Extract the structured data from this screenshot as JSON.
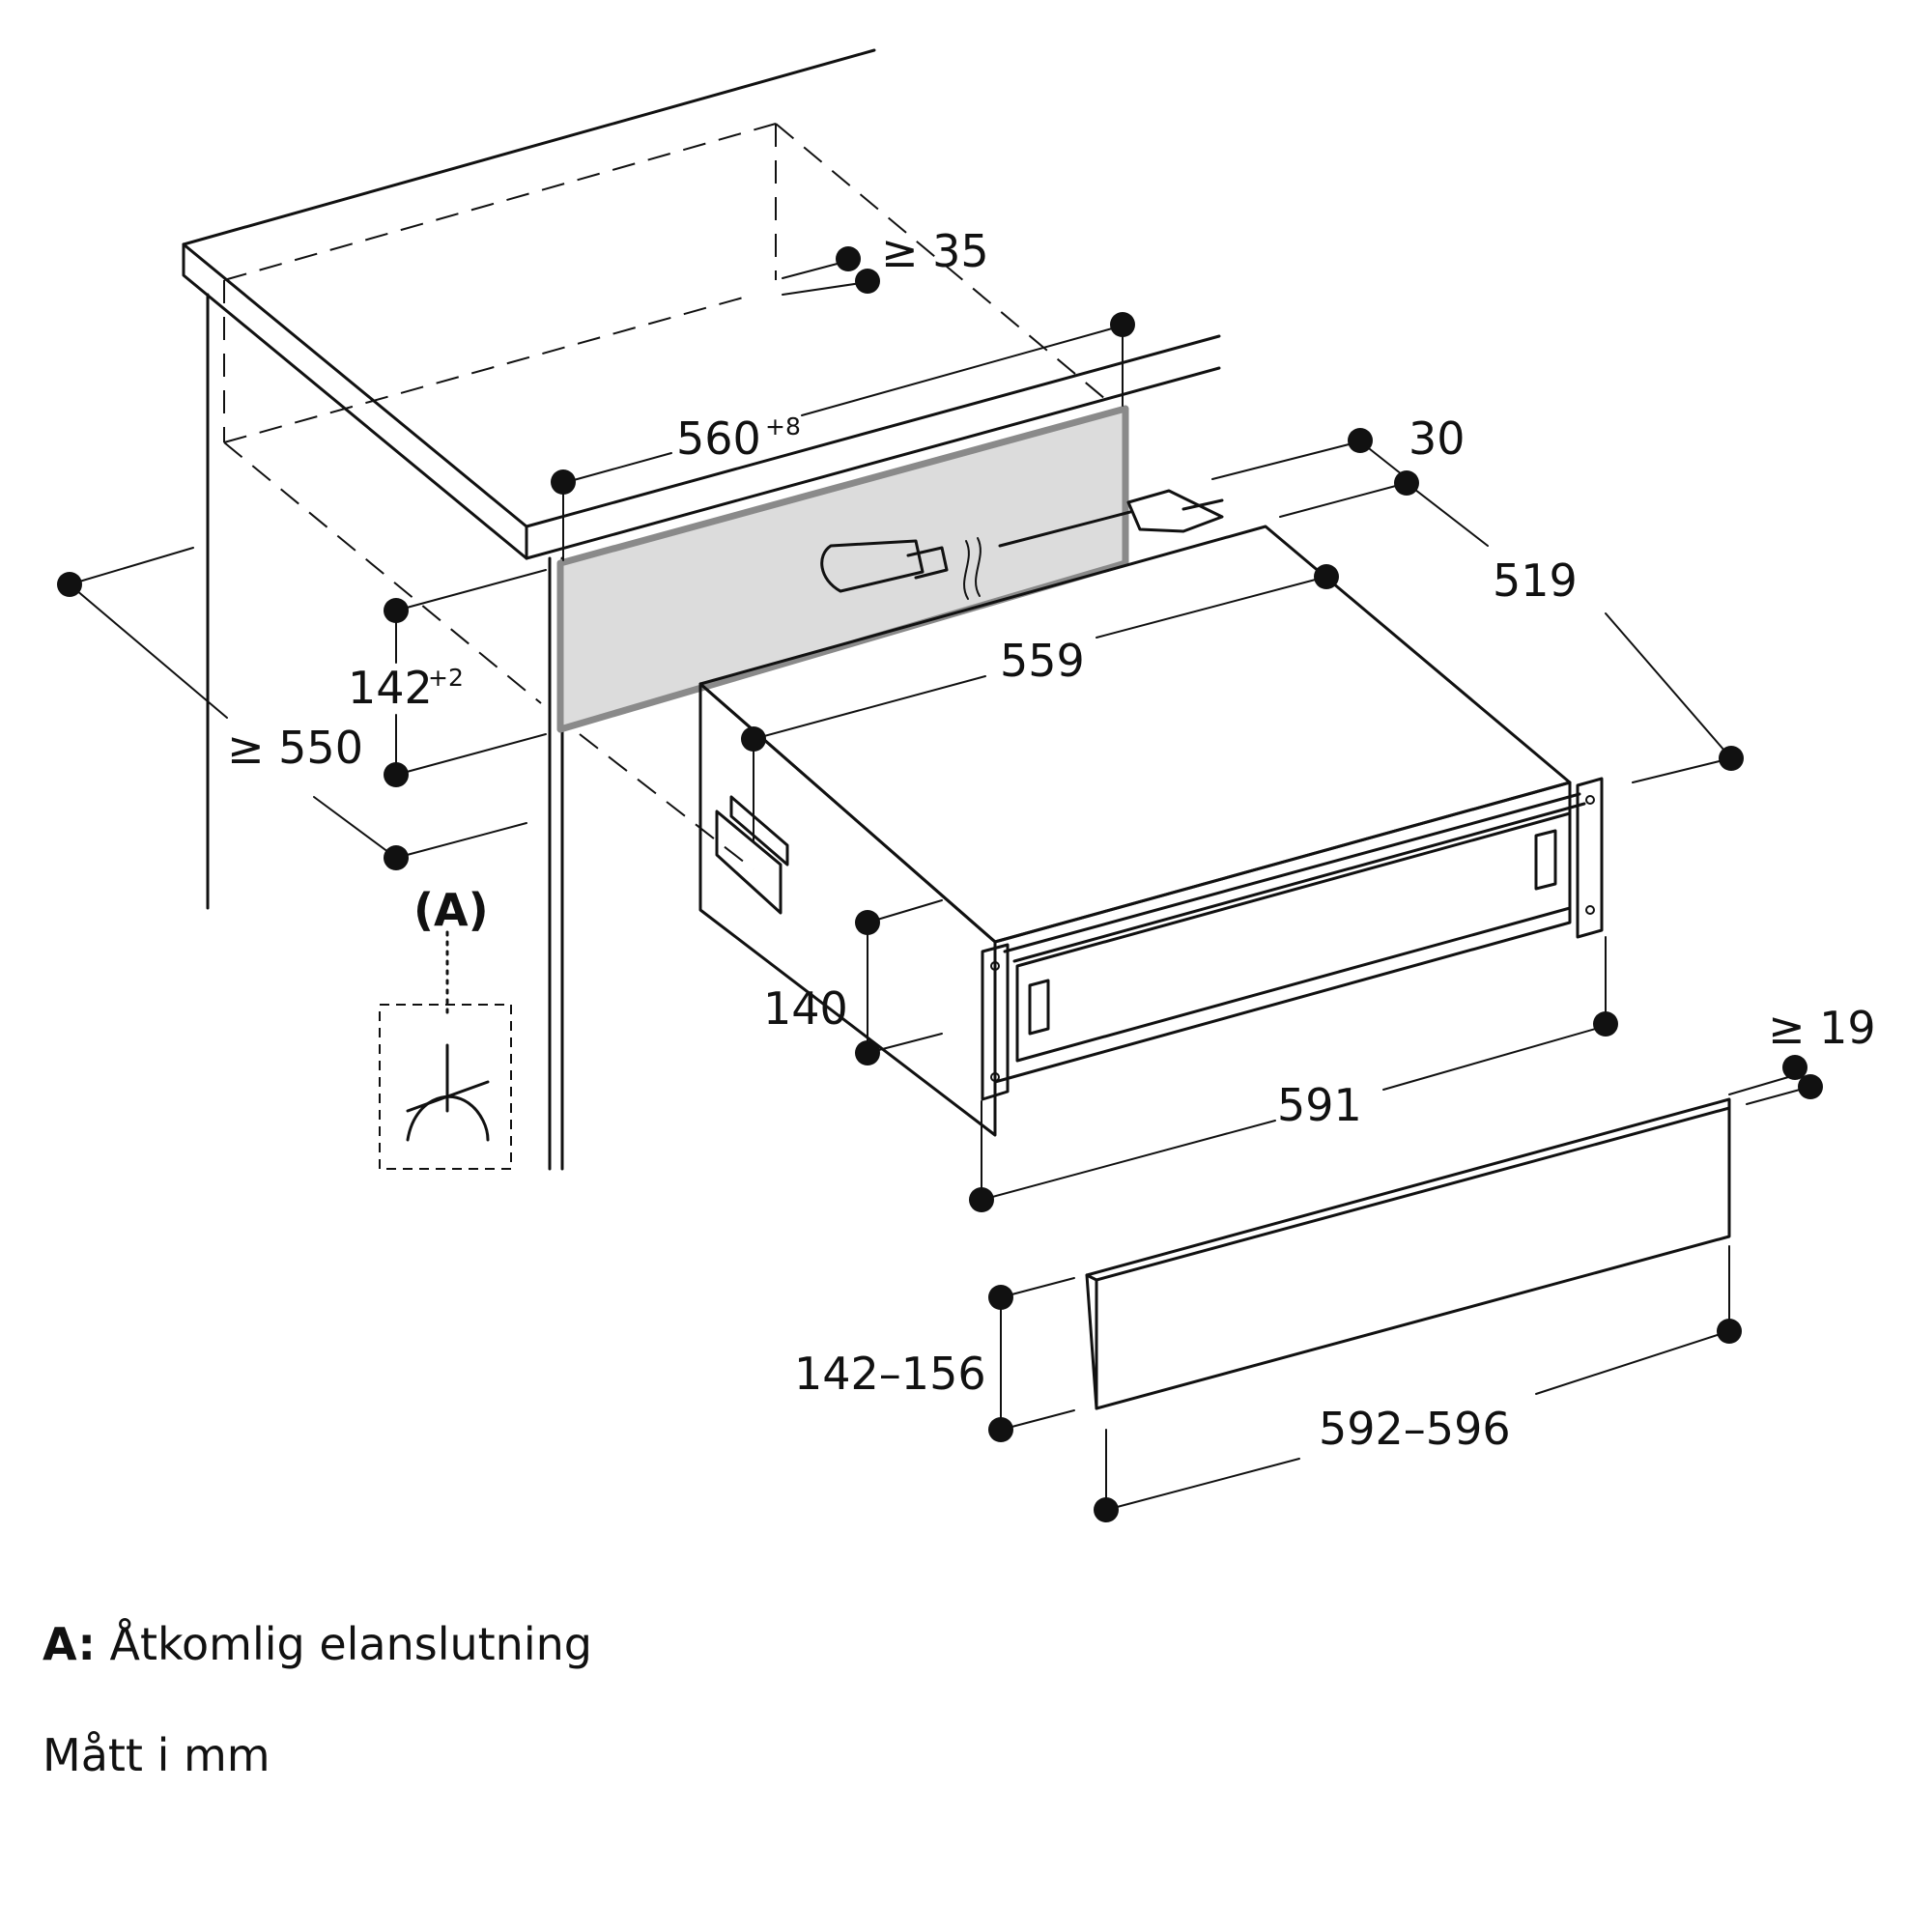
{
  "dimensions": {
    "top_clearance": "≥ 35",
    "niche_width": "560",
    "niche_width_tol": "+8",
    "rear_gap": "30",
    "depth": "519",
    "body_width": "559",
    "niche_height": "142",
    "niche_height_tol": "+2",
    "niche_depth": "≥ 550",
    "body_height": "140",
    "front_width": "591",
    "panel_thickness": "≥ 19",
    "panel_height": "142–156",
    "panel_width": "592–596"
  },
  "callout": {
    "label": "(A)"
  },
  "legend": {
    "a_key": "A:",
    "a_text": "Åtkomlig elanslutning",
    "units": "Mått i mm"
  },
  "colors": {
    "line": "#111111",
    "niche_fill": "#dcdcdc",
    "niche_border": "#8a8a8a",
    "body_fill": "#f5f5f5"
  }
}
